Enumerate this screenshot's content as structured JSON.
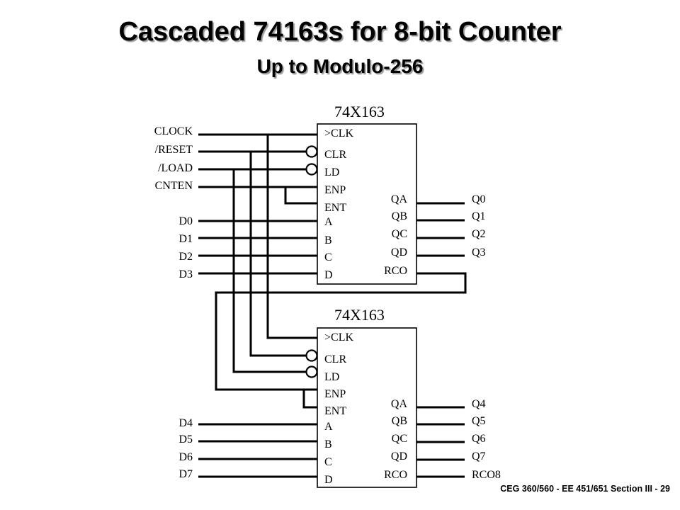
{
  "title": "Cascaded 74163s for 8-bit Counter",
  "subtitle": "Up to Modulo-256",
  "footer": "CEG 360/560 - EE 451/651  Section III - 29",
  "chips": [
    {
      "name": "74X163",
      "left_pins": [
        ">CLK",
        "CLR",
        "LD",
        "ENP",
        "ENT",
        "A",
        "B",
        "C",
        "D"
      ],
      "right_pins": [
        "QA",
        "QB",
        "QC",
        "QD",
        "RCO"
      ]
    },
    {
      "name": "74X163",
      "left_pins": [
        ">CLK",
        "CLR",
        "LD",
        "ENP",
        "ENT",
        "A",
        "B",
        "C",
        "D"
      ],
      "right_pins": [
        "QA",
        "QB",
        "QC",
        "QD",
        "RCO"
      ]
    }
  ],
  "control_inputs": [
    "CLOCK",
    "/RESET",
    "/LOAD",
    "CNTEN"
  ],
  "data_inputs_top": [
    "D0",
    "D1",
    "D2",
    "D3"
  ],
  "data_inputs_bottom": [
    "D4",
    "D5",
    "D6",
    "D7"
  ],
  "outputs_top": [
    "Q0",
    "Q1",
    "Q2",
    "Q3"
  ],
  "outputs_bottom": [
    "Q4",
    "Q5",
    "Q6",
    "Q7",
    "RCO8"
  ]
}
